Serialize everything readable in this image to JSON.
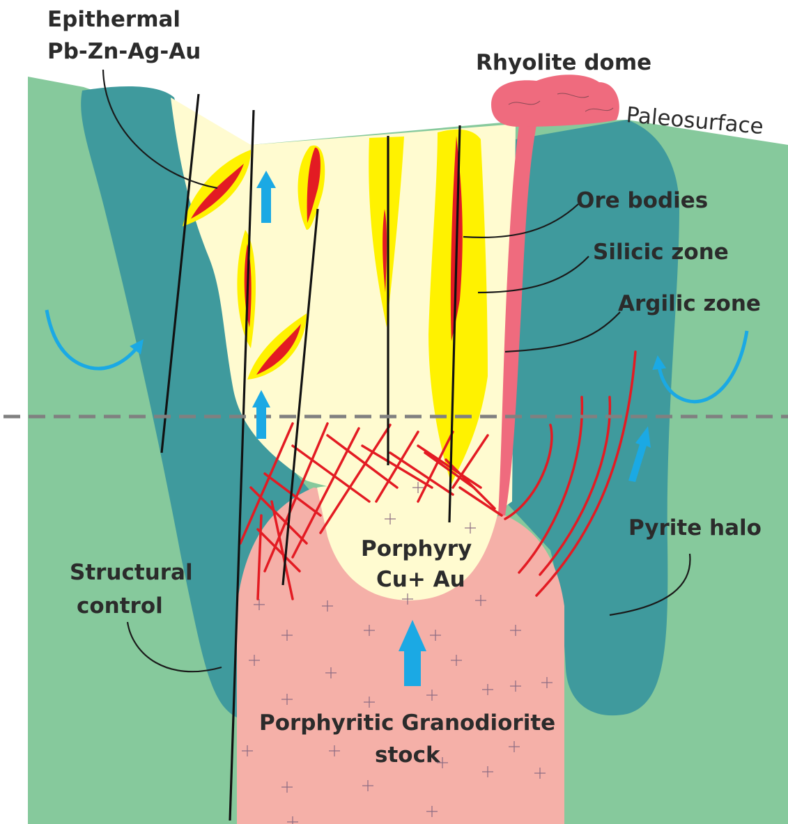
{
  "labels": {
    "epithermal_line1": "Epithermal",
    "epithermal_line2": "Pb-Zn-Ag-Au",
    "rhyolite_dome": "Rhyolite dome",
    "paleosurface": "Paleosurface",
    "ore_bodies": "Ore bodies",
    "silicic_zone": "Silicic zone",
    "argilic_zone": "Argilic zone",
    "pyrite_halo": "Pyrite halo",
    "porphyry_line1": "Porphyry",
    "porphyry_line2": "Cu+ Au",
    "structural_line1": "Structural",
    "structural_line2": "control",
    "granodiorite_line1": "Porphyritic Granodiorite",
    "granodiorite_line2": "stock"
  },
  "colors": {
    "host_rock": "#86c99c",
    "argilic": "#3f9a9d",
    "silicic": "#fffbd0",
    "ore_halo": "#fff200",
    "ore_core": "#e31b23",
    "rhyolite": "#ef6b7e",
    "stock": "#f5b0a8",
    "fluid_arrow": "#1ba9e4",
    "divider": "#808080"
  }
}
